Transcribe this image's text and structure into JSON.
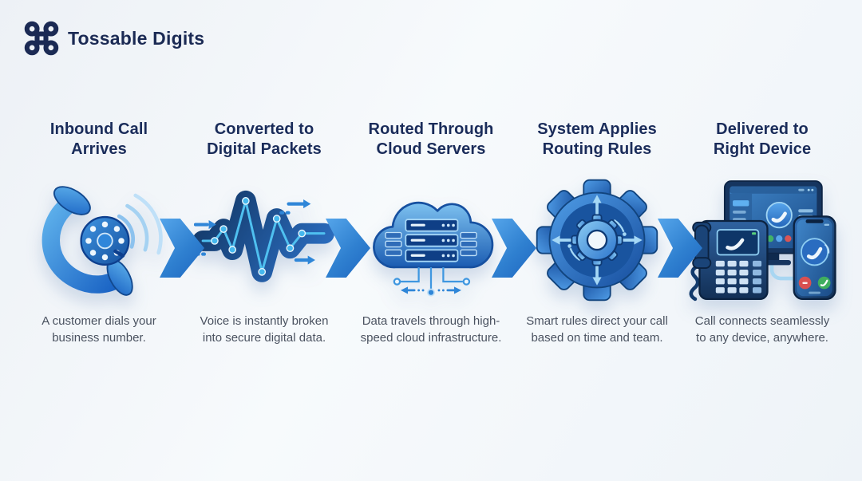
{
  "brand": {
    "name": "Tossable Digits",
    "logo_icon": "command-icon"
  },
  "steps": [
    {
      "title": "Inbound Call\nArrives",
      "icon": "phone-icon",
      "description": "A customer dials your business number."
    },
    {
      "title": "Converted to\nDigital Packets",
      "icon": "waveform-icon",
      "description": "Voice is instantly broken into secure digital data."
    },
    {
      "title": "Routed Through\nCloud Servers",
      "icon": "cloud-servers-icon",
      "description": "Data travels through high-speed cloud infrastructure."
    },
    {
      "title": "System Applies\nRouting Rules",
      "icon": "gear-routing-icon",
      "description": "Smart rules direct your call based on time and team."
    },
    {
      "title": "Delivered to\nRight Device",
      "icon": "devices-icon",
      "description": "Call connects seamlessly to any device, anywhere."
    }
  ],
  "connectors": {
    "icon": "chevron-arrow-icon",
    "count": 4
  },
  "colors": {
    "background": "#f2f5f9",
    "heading_navy": "#1a2c5a",
    "description_gray": "#4a5260",
    "arrow_blue": "#2f80d0",
    "icon_blue": "#2374d4",
    "brand_navy": "#1b2a54"
  }
}
